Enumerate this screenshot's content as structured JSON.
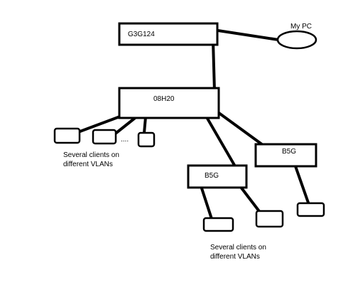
{
  "diagram": {
    "nodes": {
      "core_switch": "G3G124",
      "my_pc": "My PC",
      "distribution_switch": "08H20",
      "access_switch_left": "B5G",
      "access_switch_right": "B5G"
    },
    "ellipsis": "....",
    "notes": {
      "left_clients_line1": "Several clients on",
      "left_clients_line2": "different VLANs",
      "bottom_clients_line1": "Several clients on",
      "bottom_clients_line2": "different VLANs"
    }
  }
}
